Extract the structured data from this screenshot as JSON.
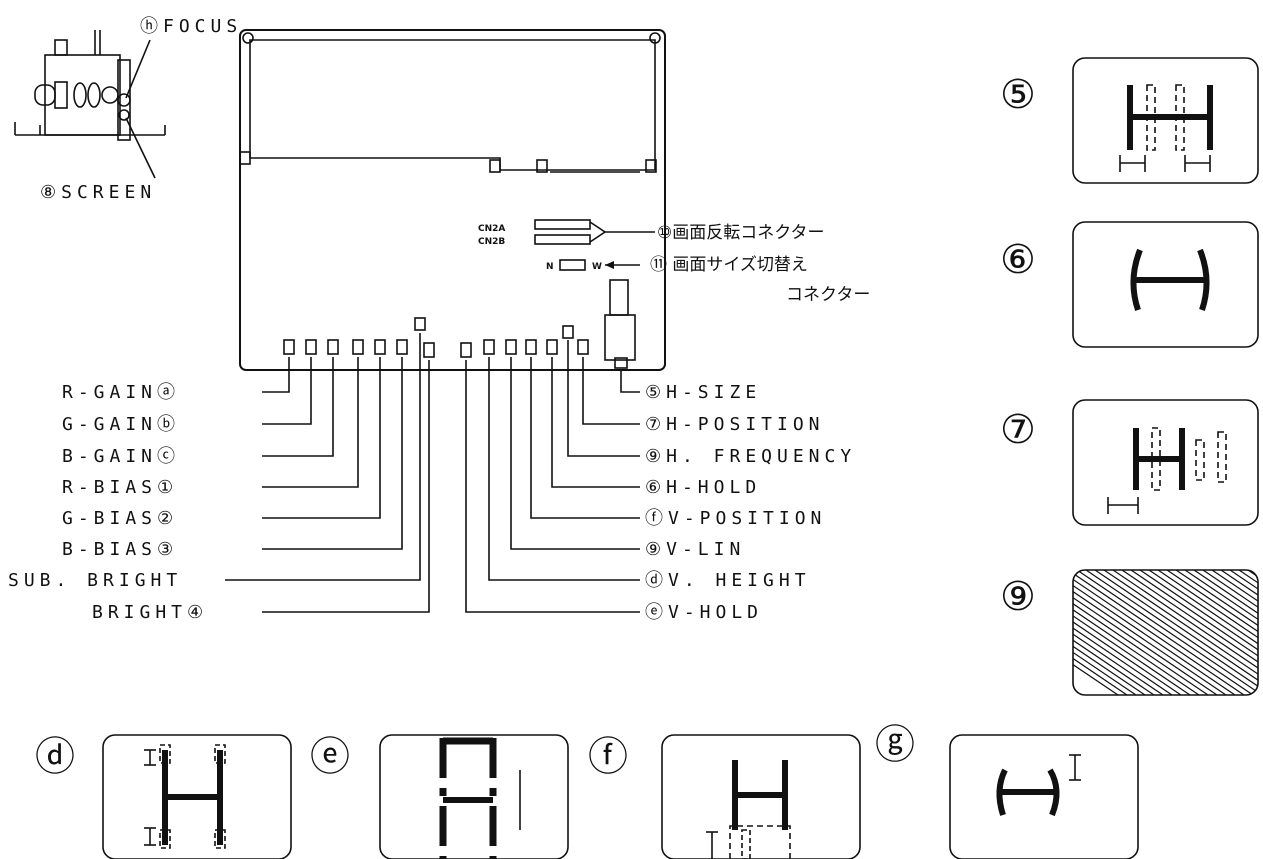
{
  "top_labels": {
    "focus": "ⓗFOCUS",
    "screen": "⑧SCREEN"
  },
  "connectors": {
    "cn2a": "CN2A",
    "cn2b": "CN2B",
    "reverse": "⑩画面反転コネクター",
    "size_line1": "⑪ 画面サイズ切替え",
    "size_line2": "コネクター",
    "n": "N",
    "w": "W"
  },
  "left_labels": [
    "R-GAINⓐ",
    "G-GAINⓑ",
    "B-GAINⓒ",
    "R-BIAS①",
    "G-BIAS②",
    "B-BIAS③",
    "SUB. BRIGHT",
    "BRIGHT④"
  ],
  "right_labels": [
    "⑤H-SIZE",
    "⑦H-POSITION",
    "⑨H. FREQUENCY",
    "⑥H-HOLD",
    "ⓕV-POSITION",
    "⑨V-LIN",
    "ⓓV. HEIGHT",
    "ⓔV-HOLD"
  ],
  "panel_marks": {
    "p5": "⑤",
    "p6": "⑥",
    "p7": "⑦",
    "p9": "⑨",
    "pd": "ⓓ",
    "pe": "ⓔ",
    "pf": "ⓕ",
    "pg": "ⓖ"
  }
}
